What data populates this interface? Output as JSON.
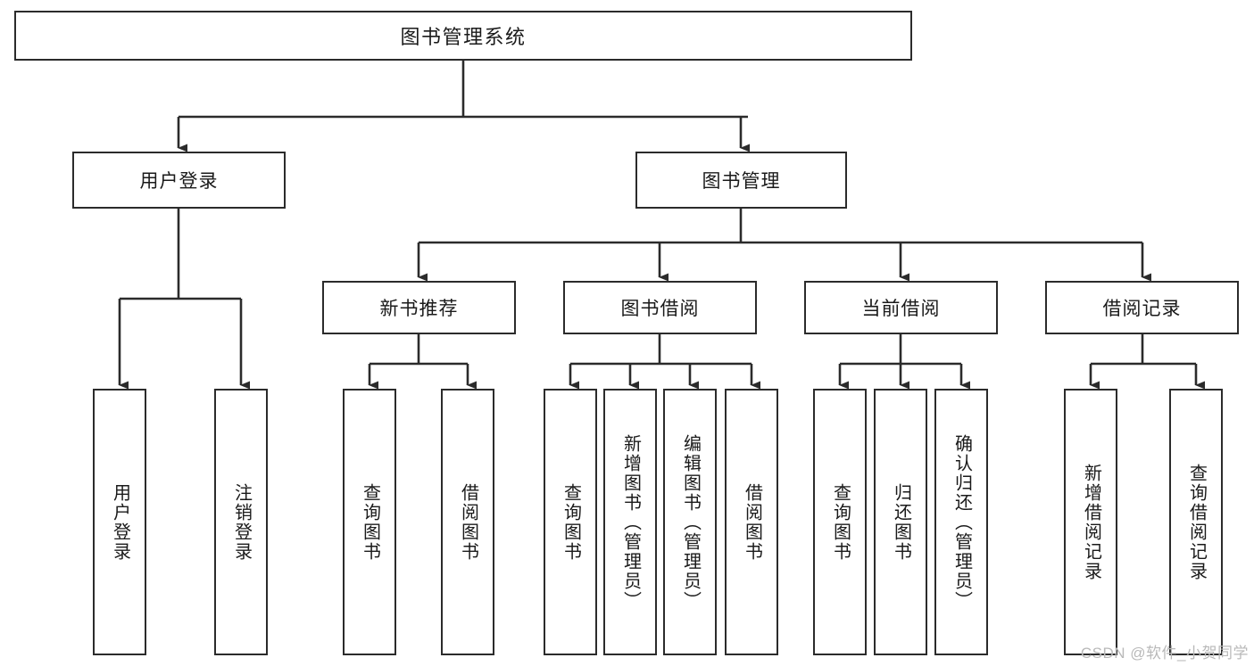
{
  "diagram": {
    "title": "图书管理系统",
    "type": "tree",
    "root": {
      "label": "图书管理系统"
    },
    "level2": [
      {
        "label": "用户登录"
      },
      {
        "label": "图书管理"
      }
    ],
    "level3": [
      {
        "label": "新书推荐"
      },
      {
        "label": "图书借阅"
      },
      {
        "label": "当前借阅"
      },
      {
        "label": "借阅记录"
      }
    ],
    "leaves": {
      "user_login": [
        {
          "label": "用户登录"
        },
        {
          "label": "注销登录"
        }
      ],
      "new_book": [
        {
          "label": "查询图书"
        },
        {
          "label": "借阅图书"
        }
      ],
      "book_borrow": [
        {
          "label": "查询图书"
        },
        {
          "label": "新增图书（管理员）"
        },
        {
          "label": "编辑图书（管理员）"
        },
        {
          "label": "借阅图书"
        }
      ],
      "current_borrow": [
        {
          "label": "查询图书"
        },
        {
          "label": "归还图书"
        },
        {
          "label": "确认归还（管理员）"
        }
      ],
      "borrow_record": [
        {
          "label": "新增借阅记录"
        },
        {
          "label": "查询借阅记录"
        }
      ]
    }
  },
  "watermark": {
    "text": "CSDN @软件_小贺同学"
  },
  "colors": {
    "stroke": "#2b2b2b",
    "text": "#1a1a1a",
    "background": "#ffffff",
    "watermark": "#b9b9b9"
  }
}
